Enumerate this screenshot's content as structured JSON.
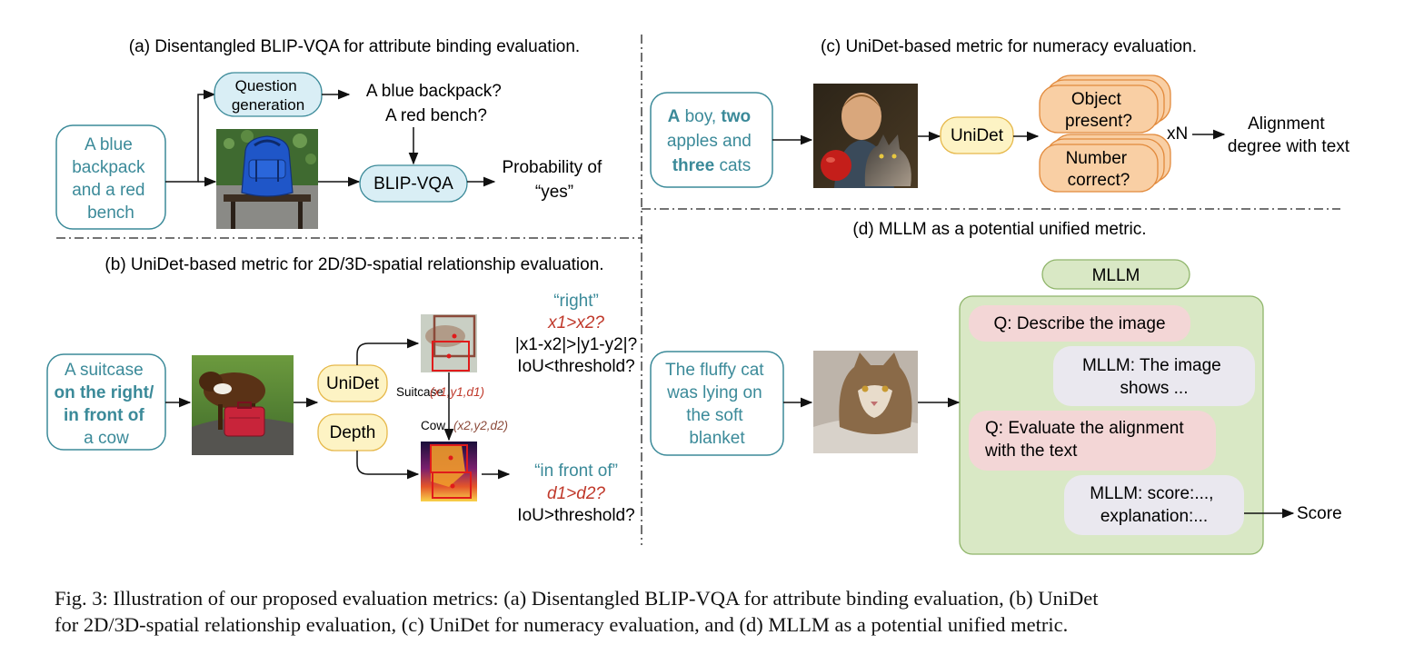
{
  "panel_a": {
    "title": "(a) Disentangled BLIP-VQA for attribute binding evaluation.",
    "prompt_lines": [
      "A blue",
      "backpack",
      "and a red",
      "bench"
    ],
    "question_gen_lines": [
      "Question",
      "generation"
    ],
    "questions": [
      "A blue backpack?",
      "A red bench?"
    ],
    "blip_vqa": "BLIP-VQA",
    "output_lines": [
      "Probability of",
      "“yes”"
    ]
  },
  "panel_b": {
    "title": "(b) UniDet-based metric for 2D/3D-spatial relationship evaluation.",
    "prompt_lines": [
      "A suitcase",
      "on the right/",
      "in front of",
      "a cow"
    ],
    "unidet": "UniDet",
    "depth": "Depth",
    "suitcase_label": "Suitcase",
    "suitcase_coords": "(x1,y1,d1)",
    "cow_label": "Cow",
    "cow_coords": "(x2,y2,d2)",
    "right_label": "“right”",
    "cond_x": "x1>x2?",
    "cond_abs": "|x1-x2|>|y1-y2|?",
    "cond_iou_lt": "IoU<threshold?",
    "front_label": "“in front of”",
    "cond_d": "d1>d2?",
    "cond_iou_gt": "IoU>threshold?"
  },
  "panel_c": {
    "title": "(c) UniDet-based metric for numeracy evaluation.",
    "prompt_line1": [
      "A",
      " boy, ",
      "two"
    ],
    "prompt_line2": "apples and",
    "prompt_line3": [
      "three",
      " cats"
    ],
    "unidet": "UniDet",
    "object_present": [
      "Object",
      "present?"
    ],
    "number_correct": [
      "Number",
      "correct?"
    ],
    "multiplier": "xN",
    "output_lines": [
      "Alignment",
      "degree with text"
    ]
  },
  "panel_d": {
    "title": "(d) MLLM as a potential unified metric.",
    "mllm": "MLLM",
    "prompt_lines": [
      "The fluffy cat",
      "was lying on",
      "the soft",
      "blanket"
    ],
    "q1": "Q: Describe the image",
    "a1_lines": [
      "MLLM: The image",
      "shows ..."
    ],
    "q2_lines": [
      "Q: Evaluate the alignment",
      "with the text"
    ],
    "a2_lines": [
      "MLLM: score:...,",
      "explanation:..."
    ],
    "score": "Score"
  },
  "caption_lines": [
    "Fig. 3: Illustration of our proposed evaluation metrics: (a) Disentangled BLIP-VQA for attribute binding evaluation, (b) UniDet",
    "for 2D/3D-spatial relationship evaluation, (c) UniDet for numeracy evaluation, and (d) MLLM as a potential unified metric."
  ],
  "colors": {
    "teal_text": "#3b8a99",
    "box_border": "#3b8a99",
    "blue_fill": "#d9eef5",
    "yellow_fill": "#fdf3c4",
    "yellow_border": "#e6b84a",
    "orange_fill": "#f9cfa4",
    "orange_border": "#e28a3c",
    "green_fill": "#d9e8c5",
    "green_border": "#8fb56a",
    "pink_fill": "#f3d6d6",
    "gray_fill": "#eae8ef",
    "red": "#e01b1b",
    "dark_red": "#8b2a2a"
  }
}
